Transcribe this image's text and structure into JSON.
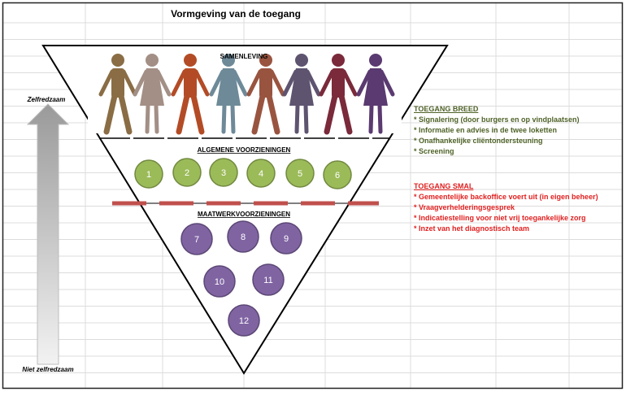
{
  "title": "Vormgeving  van de toegang",
  "axis": {
    "top": "Zelfredzaam",
    "bottom": "Niet zelfredzaam"
  },
  "society_label": "SAMENLEVING",
  "general_label": "ALGEMENE VOORZIENINGEN",
  "custom_label": "MAATWERKVOORZIENINGEN",
  "general_items": [
    "1",
    "2",
    "3",
    "4",
    "5",
    "6"
  ],
  "custom_items": [
    "7",
    "8",
    "9",
    "10",
    "11",
    "12"
  ],
  "colors": {
    "general_fill": "#9bbb59",
    "custom_fill": "#8064a2",
    "figures": [
      "#8a6d45",
      "#a38f86",
      "#b34c26",
      "#6e8a99",
      "#995440",
      "#5e5470",
      "#7a2a3a",
      "#5a3a70"
    ]
  },
  "access_broad": {
    "heading": "TOEGANG BREED",
    "items": [
      "* Signalering (door burgers en op vindplaatsen)",
      "* Informatie en advies in de twee loketten",
      "* Onafhankelijke  cliëntondersteuning",
      "* Screening"
    ]
  },
  "access_narrow": {
    "heading": "TOEGANG SMAL",
    "items": [
      "* Gemeentelijke backoffice voert uit (in eigen beheer)",
      "* Vraagverhelderingsgesprek",
      "* Indicatiestelling voor niet vrij toegankelijke zorg",
      "* Inzet van het diagnostisch team"
    ]
  }
}
